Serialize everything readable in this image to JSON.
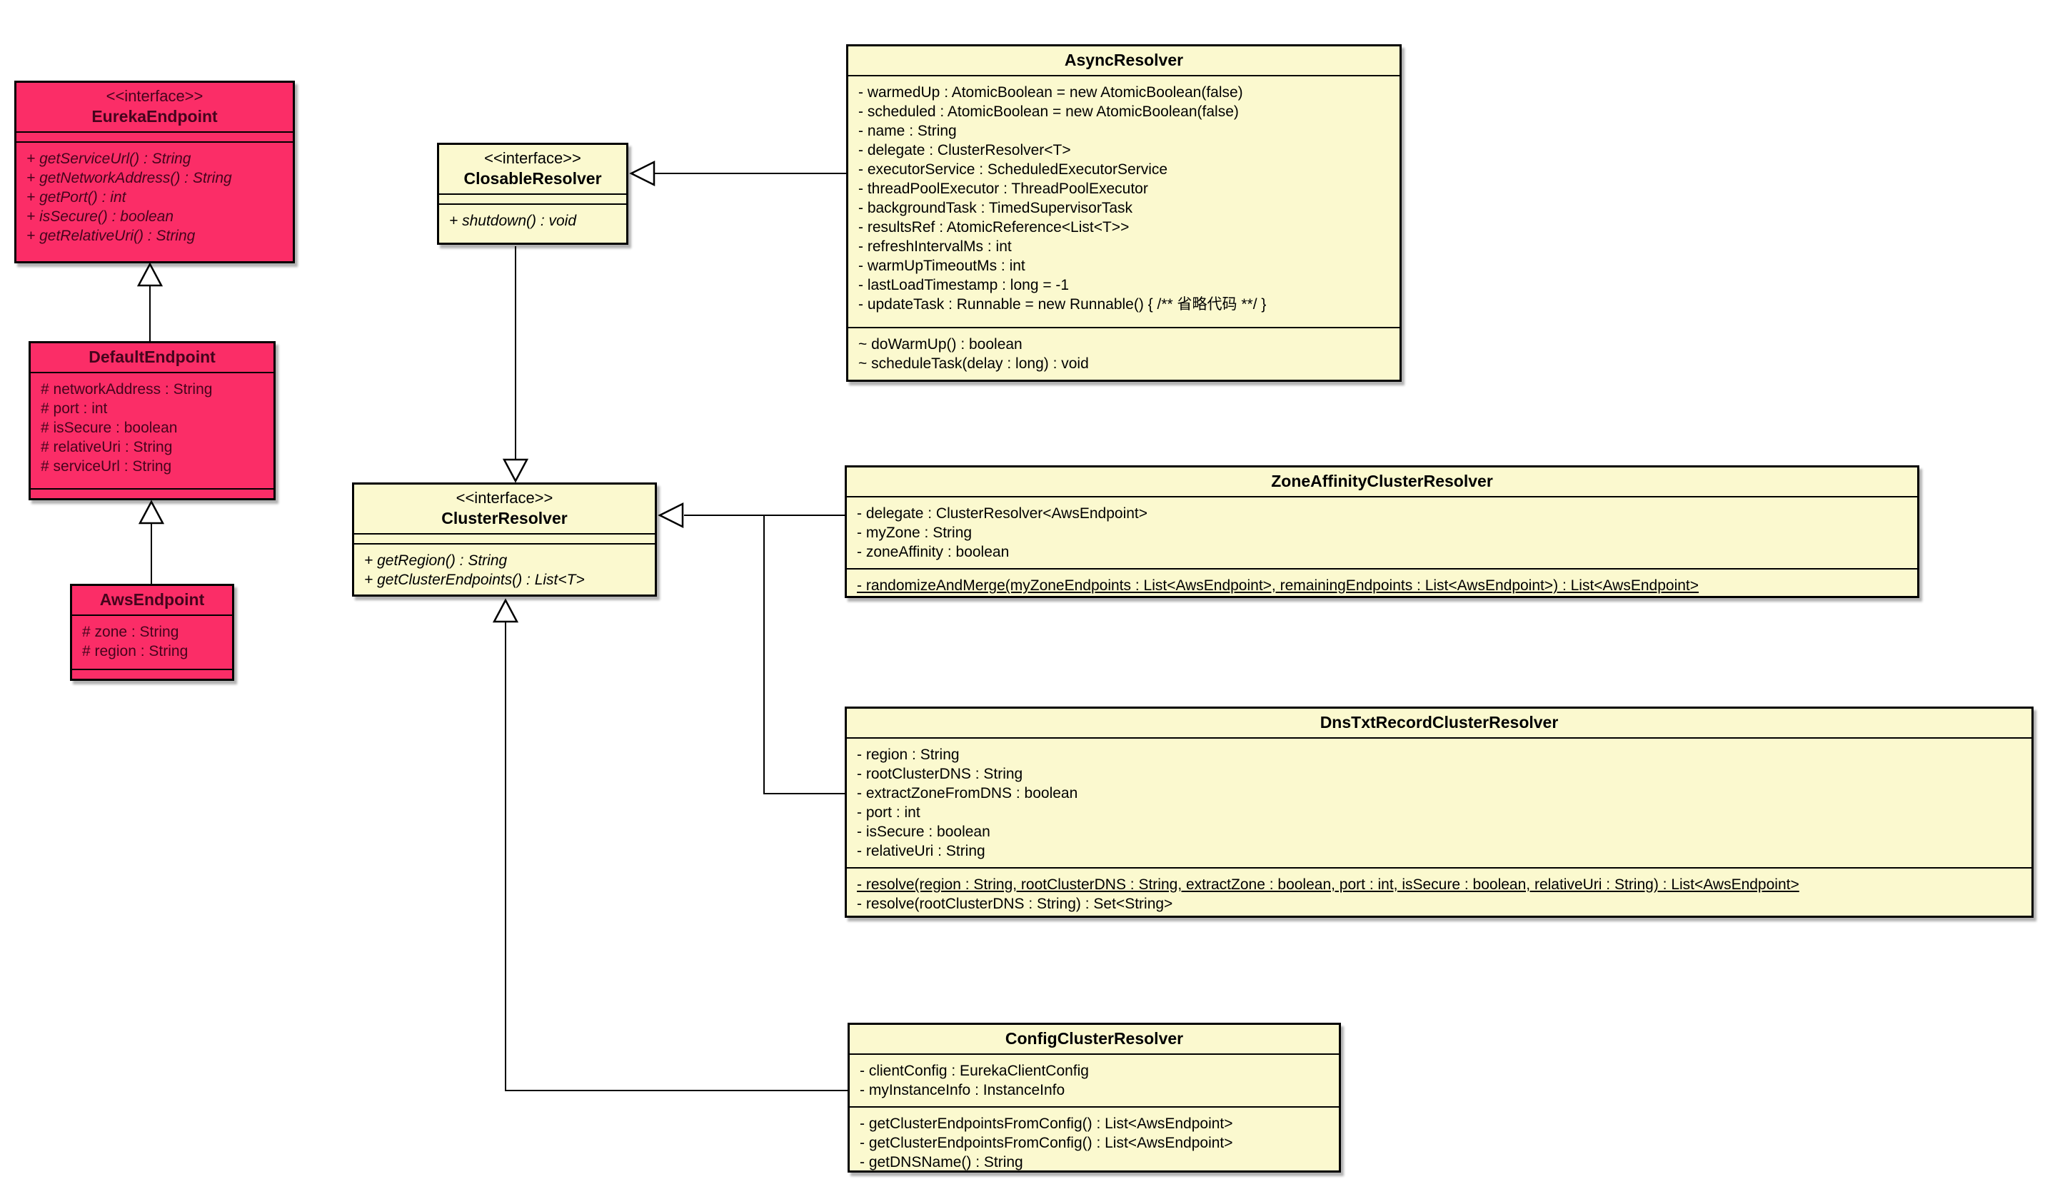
{
  "colors": {
    "class_fill_pink": "#FB2D67",
    "class_fill_yellow": "#FBF9CF",
    "border": "#000000",
    "pink_text": "#45041C"
  },
  "classes": {
    "eureka": {
      "stereotype": "<<interface>>",
      "name": "EurekaEndpoint",
      "attributes": [],
      "methods": [
        "+ getServiceUrl() : String",
        "+ getNetworkAddress() : String",
        "+ getPort() : int",
        "+ isSecure() : boolean",
        "+ getRelativeUri() : String"
      ]
    },
    "default": {
      "name": "DefaultEndpoint",
      "attributes": [
        "# networkAddress : String",
        "# port : int",
        "# isSecure : boolean",
        "# relativeUri : String",
        "# serviceUrl : String"
      ],
      "methods": []
    },
    "aws": {
      "name": "AwsEndpoint",
      "attributes": [
        "# zone : String",
        "# region : String"
      ],
      "methods": []
    },
    "closable": {
      "stereotype": "<<interface>>",
      "name": "ClosableResolver",
      "attributes": [],
      "methods": [
        "+ shutdown() : void"
      ]
    },
    "cluster": {
      "stereotype": "<<interface>>",
      "name": "ClusterResolver",
      "attributes": [],
      "methods": [
        "+ getRegion() : String",
        "+ getClusterEndpoints() : List<T>"
      ]
    },
    "async": {
      "name": "AsyncResolver",
      "attributes": [
        "- warmedUp : AtomicBoolean = new AtomicBoolean(false)",
        "- scheduled : AtomicBoolean = new AtomicBoolean(false)",
        "- name : String",
        "- delegate : ClusterResolver<T>",
        "- executorService : ScheduledExecutorService",
        "- threadPoolExecutor : ThreadPoolExecutor",
        "- backgroundTask : TimedSupervisorTask",
        "- resultsRef : AtomicReference<List<T>>",
        "- refreshIntervalMs : int",
        "- warmUpTimeoutMs : int",
        "- lastLoadTimestamp : long = -1",
        "- updateTask : Runnable = new Runnable() { /** 省略代码 **/ }"
      ],
      "methods": [
        "~ doWarmUp() : boolean",
        "~ scheduleTask(delay : long) : void"
      ]
    },
    "zone": {
      "name": "ZoneAffinityClusterResolver",
      "attributes": [
        "- delegate : ClusterResolver<AwsEndpoint>",
        "- myZone : String",
        "- zoneAffinity : boolean"
      ],
      "methods": [
        {
          "t": "- randomizeAndMerge(myZoneEndpoints : List<AwsEndpoint>, remainingEndpoints : List<AwsEndpoint>) : List<AwsEndpoint>",
          "static": true
        }
      ]
    },
    "dns": {
      "name": "DnsTxtRecordClusterResolver",
      "attributes": [
        "- region : String",
        "- rootClusterDNS : String",
        "- extractZoneFromDNS : boolean",
        "- port : int",
        "- isSecure : boolean",
        "- relativeUri : String"
      ],
      "methods": [
        {
          "t": "- resolve(region : String, rootClusterDNS : String, extractZone : boolean, port : int, isSecure : boolean, relativeUri : String) : List<AwsEndpoint>",
          "static": true
        },
        "- resolve(rootClusterDNS : String) : Set<String>"
      ]
    },
    "config": {
      "name": "ConfigClusterResolver",
      "attributes": [
        "- clientConfig : EurekaClientConfig",
        "- myInstanceInfo : InstanceInfo"
      ],
      "methods": [
        "- getClusterEndpointsFromConfig() : List<AwsEndpoint>",
        "- getClusterEndpointsFromConfig() : List<AwsEndpoint>",
        "- getDNSName() : String"
      ]
    }
  },
  "relationships": [
    {
      "from": "DefaultEndpoint",
      "to": "EurekaEndpoint",
      "type": "generalization"
    },
    {
      "from": "AwsEndpoint",
      "to": "DefaultEndpoint",
      "type": "generalization"
    },
    {
      "from": "ClosableResolver",
      "to": "ClusterResolver",
      "type": "generalization"
    },
    {
      "from": "AsyncResolver",
      "to": "ClosableResolver",
      "type": "generalization"
    },
    {
      "from": "ZoneAffinityClusterResolver",
      "to": "ClusterResolver",
      "type": "generalization"
    },
    {
      "from": "DnsTxtRecordClusterResolver",
      "to": "ClusterResolver",
      "type": "generalization"
    },
    {
      "from": "ConfigClusterResolver",
      "to": "ClusterResolver",
      "type": "generalization"
    }
  ]
}
